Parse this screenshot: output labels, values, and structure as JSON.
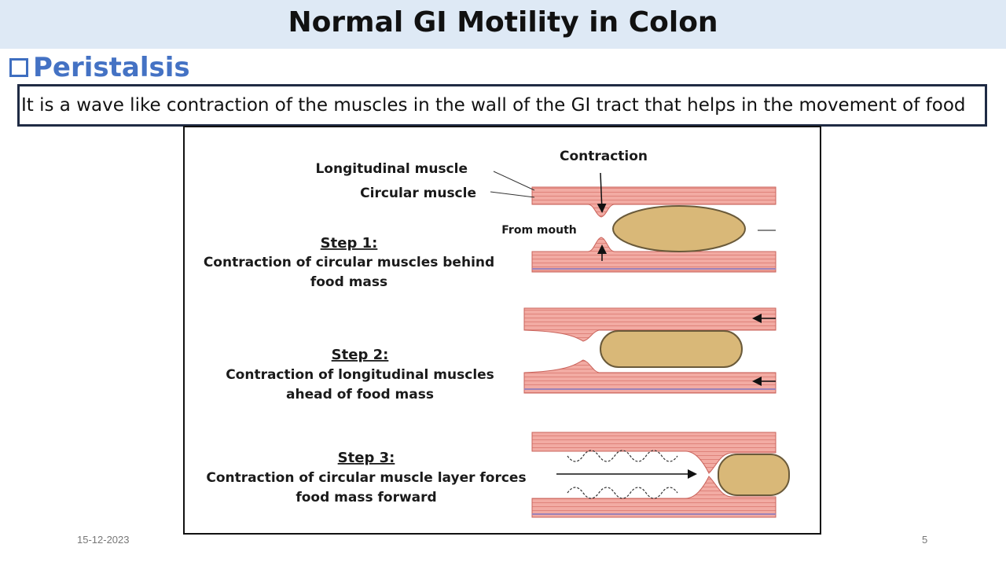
{
  "slide": {
    "title": "Normal GI Motility in Colon",
    "heading": "Peristalsis",
    "definition": "It is a wave like contraction of the muscles in the wall of the GI tract that helps in the movement of food",
    "date": "15-12-2023",
    "page_number": "5"
  },
  "diagram": {
    "labels": {
      "contraction": "Contraction",
      "longitudinal_muscle": "Longitudinal muscle",
      "circular_muscle": "Circular muscle",
      "from_mouth": "From mouth"
    },
    "steps": [
      {
        "heading": "Step 1:",
        "line1": "Contraction of circular muscles behind",
        "line2": "food mass"
      },
      {
        "heading": "Step 2:",
        "line1": "Contraction of longitudinal muscles",
        "line2": "ahead of food mass"
      },
      {
        "heading": "Step 3:",
        "line1": "Contraction of circular muscle layer forces",
        "line2": "food mass forward"
      }
    ],
    "colors": {
      "muscle": "#f0a8a0",
      "muscle_line": "#d8746c",
      "food": "#d9b878",
      "food_edge": "#6a5a3a"
    }
  }
}
